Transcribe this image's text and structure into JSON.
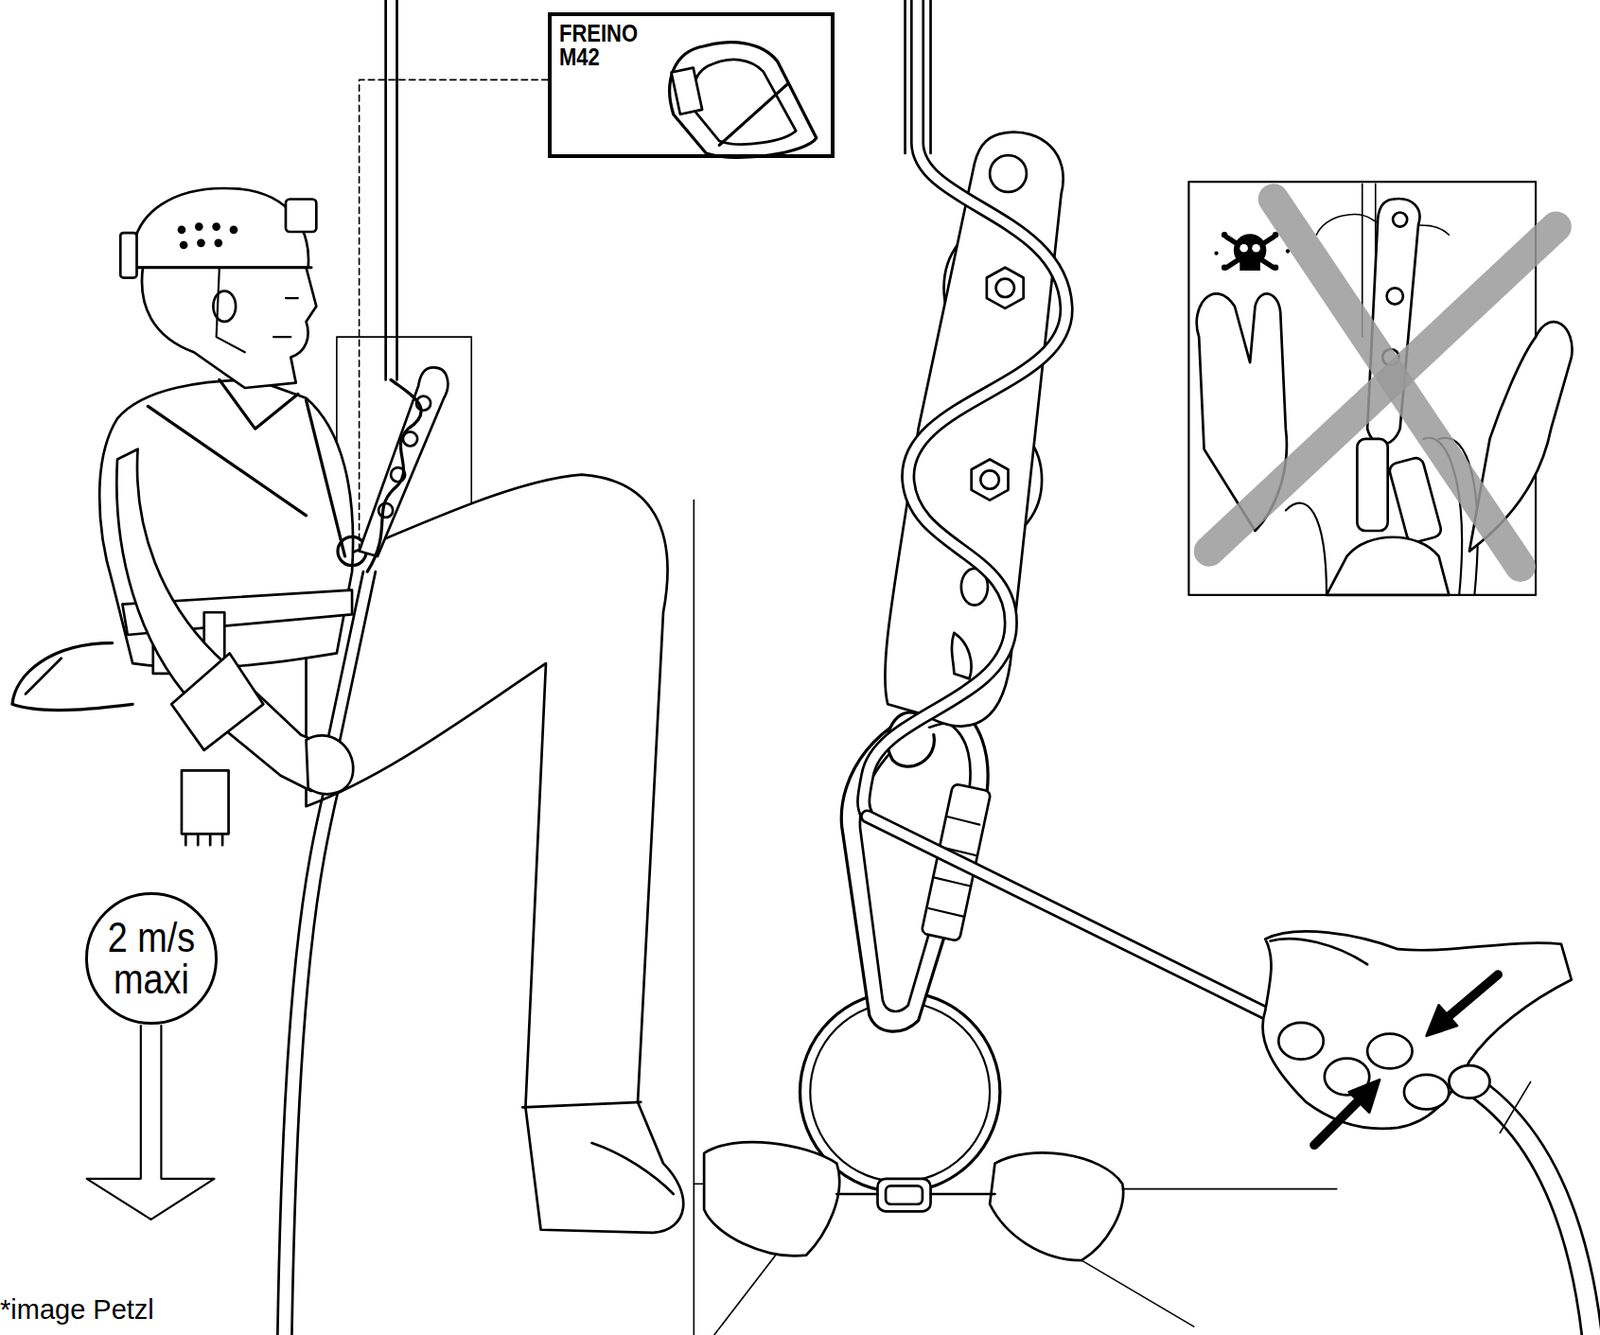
{
  "diagram": {
    "nodes": [
      {
        "text": [
          "FREINO M42"
        ]
      },
      {
        "text": [
          "2 m/s maxi"
        ]
      }
    ],
    "labels": [
      "*image Petzl"
    ]
  }
}
